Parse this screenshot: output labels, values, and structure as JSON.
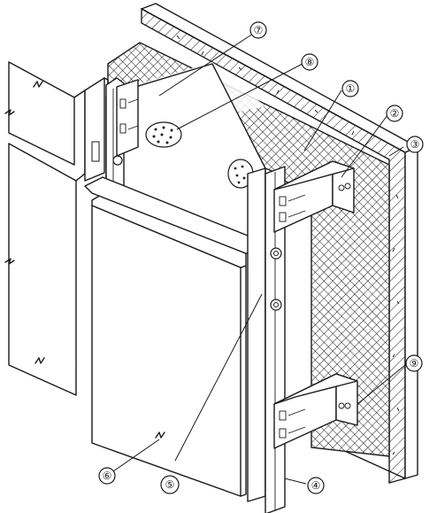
{
  "callouts": [
    {
      "id": "c1",
      "label": "①"
    },
    {
      "id": "c2",
      "label": "②"
    },
    {
      "id": "c3",
      "label": "③"
    },
    {
      "id": "c4",
      "label": "④"
    },
    {
      "id": "c5",
      "label": "⑤"
    },
    {
      "id": "c6",
      "label": "⑥"
    },
    {
      "id": "c7",
      "label": "⑦"
    },
    {
      "id": "c8",
      "label": "⑧"
    },
    {
      "id": "c9",
      "label": "⑨"
    }
  ]
}
